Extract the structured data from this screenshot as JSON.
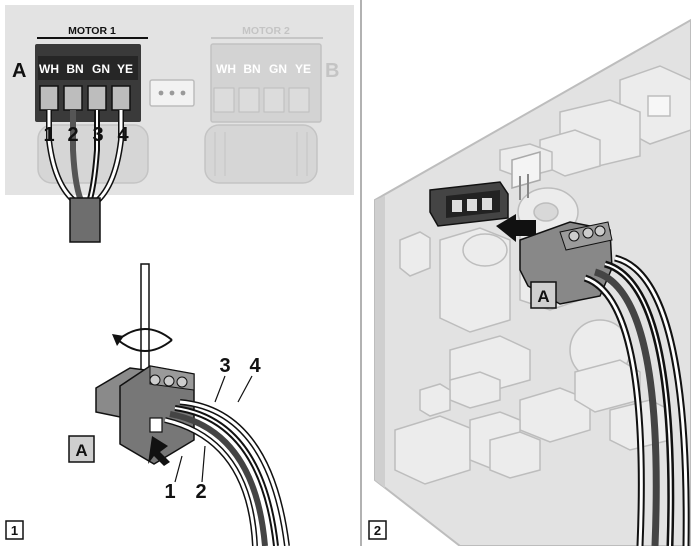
{
  "panel1": {
    "badge": "1",
    "motor1": {
      "title": "MOTOR 1",
      "side": "A",
      "pins": [
        "WH",
        "BN",
        "GN",
        "YE"
      ],
      "numbers": [
        "1",
        "2",
        "3",
        "4"
      ]
    },
    "motor2": {
      "title": "MOTOR 2",
      "side": "B",
      "pins": [
        "WH",
        "BN",
        "GN",
        "YE"
      ]
    },
    "plug_label": "A",
    "wire_numbers": [
      "1",
      "2",
      "3",
      "4"
    ]
  },
  "panel2": {
    "badge": "2",
    "plug_label": "A"
  }
}
